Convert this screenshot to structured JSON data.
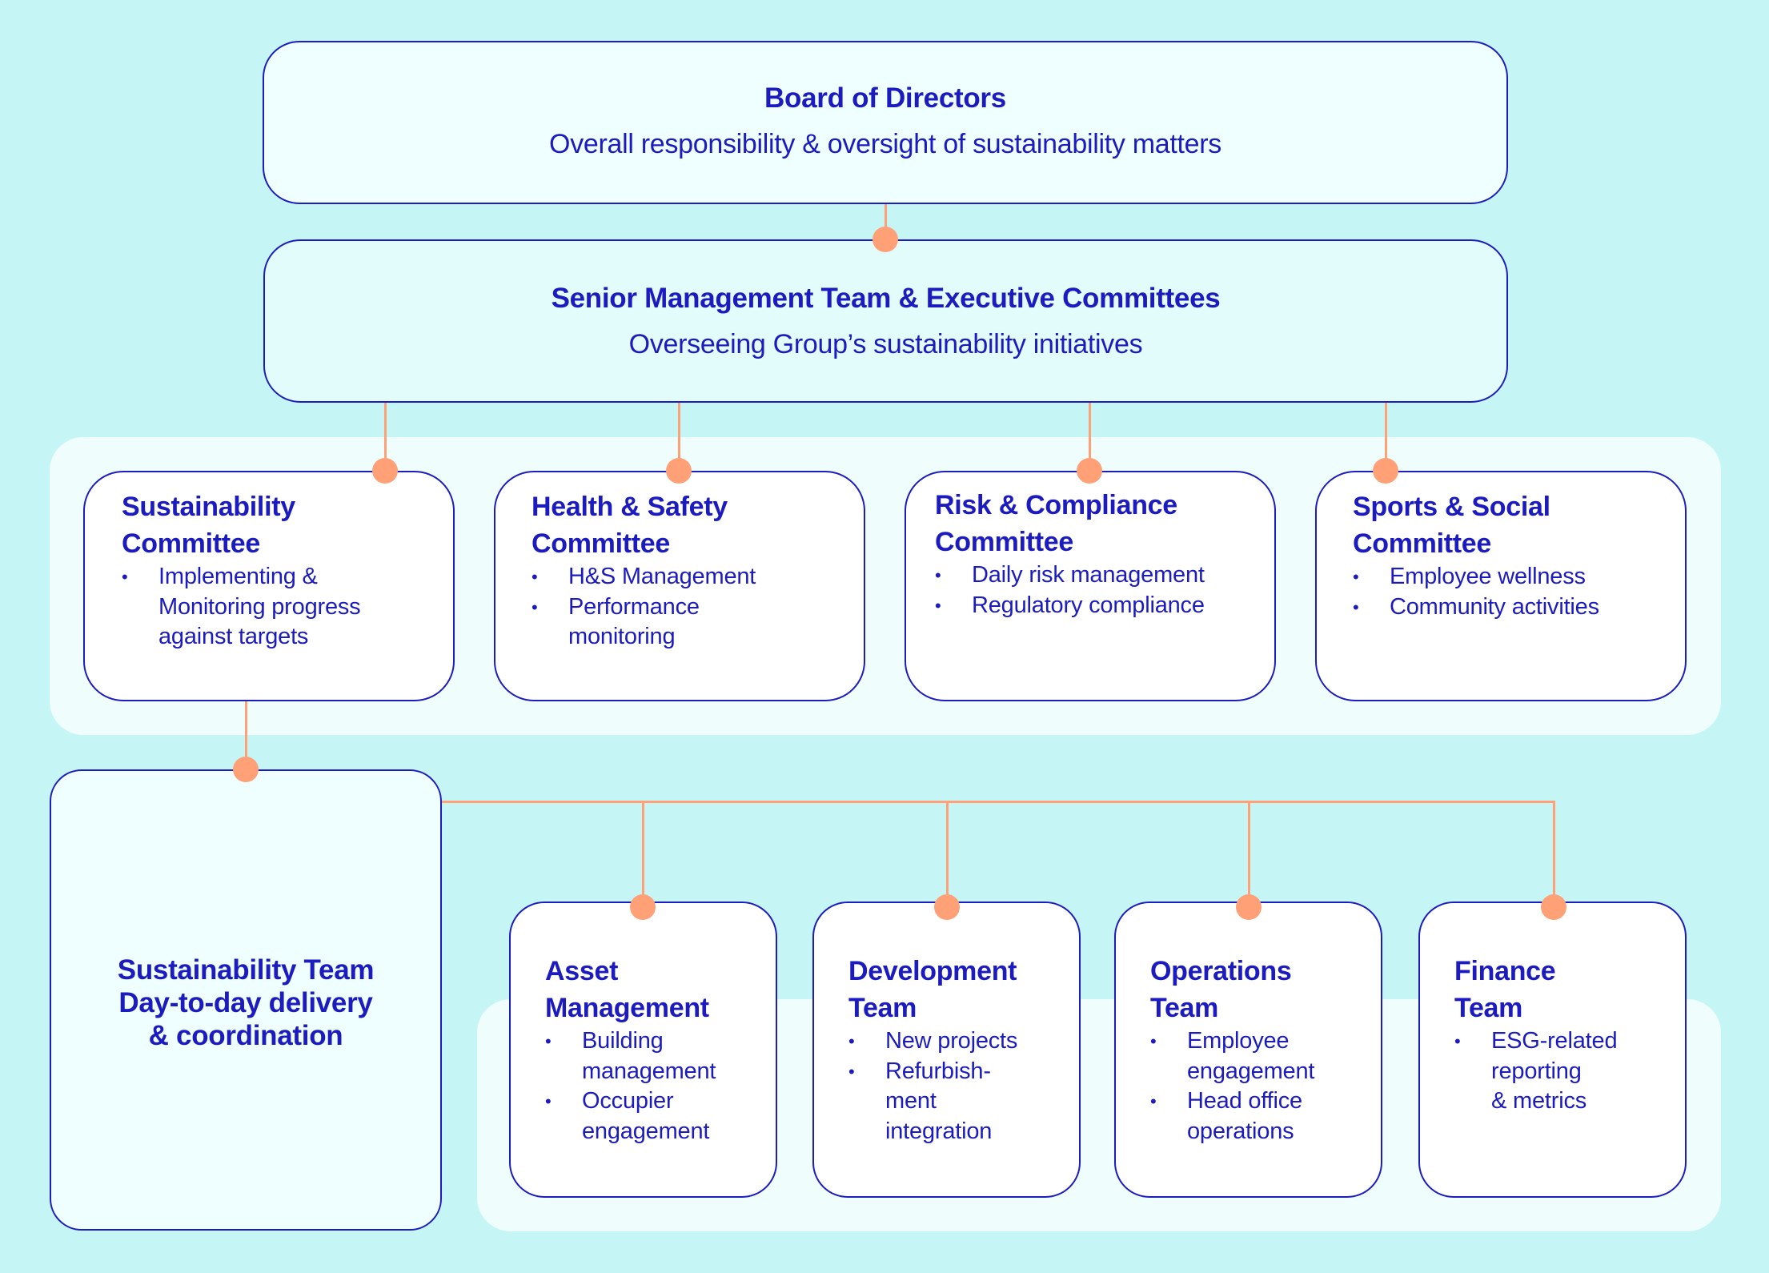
{
  "colors": {
    "background": "#c5f6f5",
    "panel": "#effdfd",
    "box_border": "#1c1cc0",
    "text": "#1b1bbf",
    "connector": "#ffa077"
  },
  "board": {
    "title": "Board of Directors",
    "subtitle": "Overall responsibility & oversight of sustainability matters"
  },
  "senior": {
    "title": "Senior Management Team & Executive Committees",
    "subtitle": "Overseeing Group’s sustainability initiatives"
  },
  "committees": [
    {
      "title_lines": [
        "Sustainability",
        "Committee"
      ],
      "bullets": [
        [
          "Implementing &",
          "Monitoring progress",
          "against targets"
        ]
      ]
    },
    {
      "title_lines": [
        "Health & Safety",
        "Committee"
      ],
      "bullets": [
        [
          "H&S Management"
        ],
        [
          "Performance",
          "monitoring"
        ]
      ]
    },
    {
      "title_lines": [
        "Risk & Compliance",
        "Committee"
      ],
      "bullets": [
        [
          "Daily risk management"
        ],
        [
          "Regulatory compliance"
        ]
      ]
    },
    {
      "title_lines": [
        "Sports & Social",
        "Committee"
      ],
      "bullets": [
        [
          "Employee wellness"
        ],
        [
          "Community activities"
        ]
      ]
    }
  ],
  "sustainability_team": {
    "lines": [
      "Sustainability Team",
      "Day-to-day delivery",
      "& coordination"
    ]
  },
  "teams": [
    {
      "title_lines": [
        "Asset",
        "Management"
      ],
      "bullets": [
        [
          "Building",
          "management"
        ],
        [
          "Occupier",
          "engagement"
        ]
      ]
    },
    {
      "title_lines": [
        "Development",
        "Team"
      ],
      "bullets": [
        [
          "New projects"
        ],
        [
          "Refurbish-",
          "ment",
          "integration"
        ]
      ]
    },
    {
      "title_lines": [
        "Operations",
        "Team"
      ],
      "bullets": [
        [
          "Employee",
          "engagement"
        ],
        [
          "Head office",
          "operations"
        ]
      ]
    },
    {
      "title_lines": [
        "Finance",
        "Team"
      ],
      "bullets": [
        [
          "ESG-related",
          "reporting",
          "& metrics"
        ]
      ]
    }
  ],
  "bullet_glyph": "•"
}
